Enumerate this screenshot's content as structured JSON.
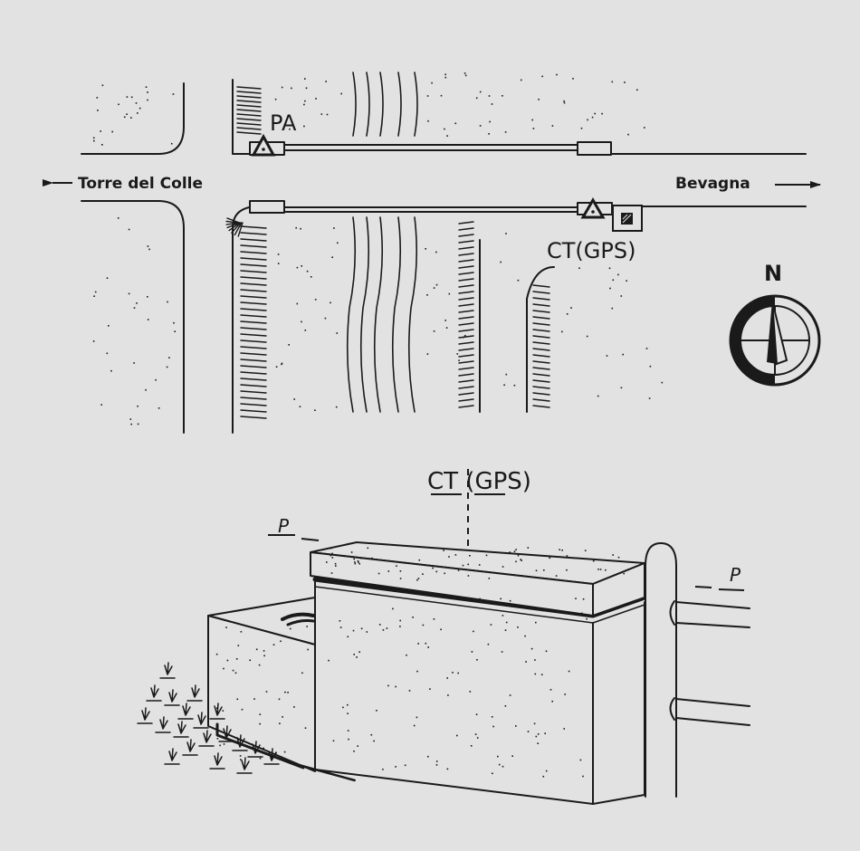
{
  "plan": {
    "road_left_label": "Torre del Colle",
    "road_right_label": "Bevagna",
    "marker_pa": "PA",
    "marker_ct": "CT(GPS)",
    "compass_label": "N"
  },
  "detail": {
    "ct_label": "CT (GPS)",
    "point_left": "P",
    "point_right": "P"
  },
  "colors": {
    "paper": "#e2e2e2",
    "ink": "#1a1a1a"
  }
}
